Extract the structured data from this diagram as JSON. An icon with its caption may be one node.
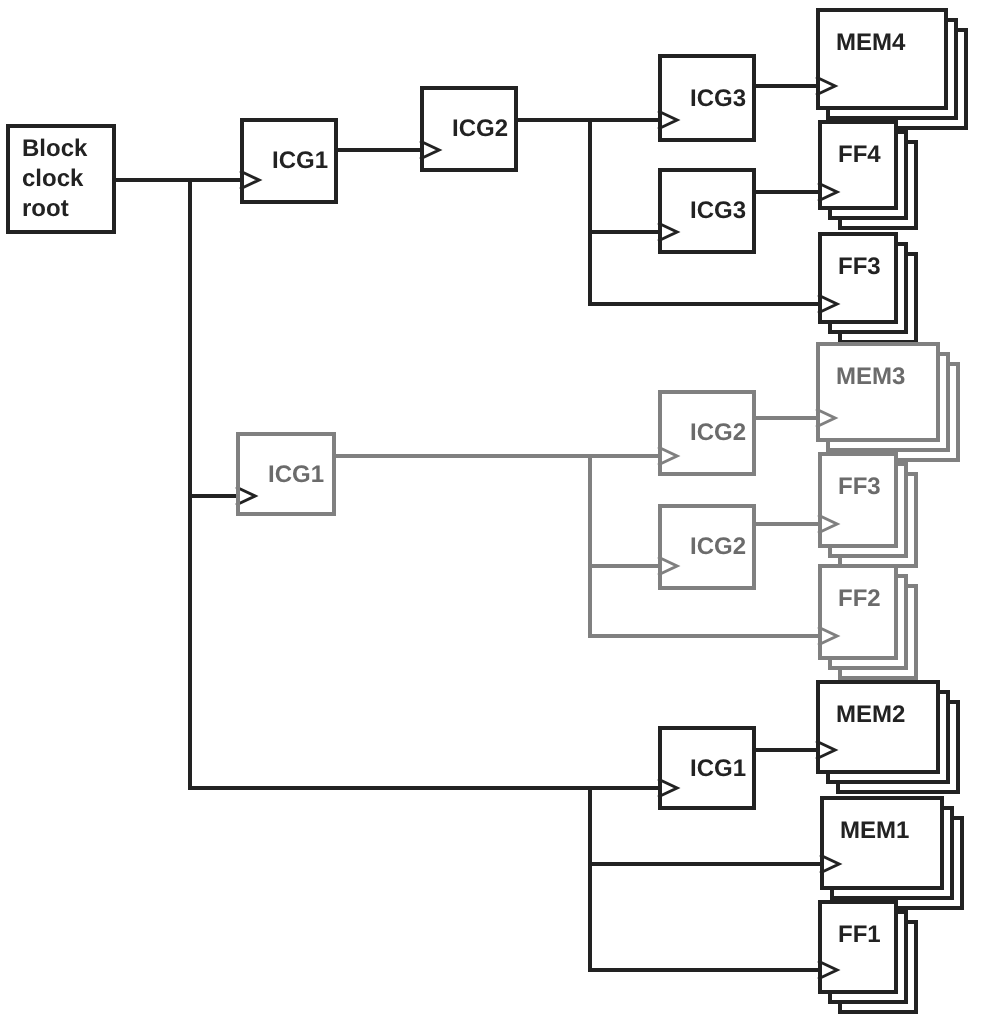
{
  "diagram": {
    "nodes": [
      {
        "text": [
          "Block clock root"
        ]
      },
      {
        "text": [
          "ICG1"
        ]
      },
      {
        "text": [
          "ICG2"
        ]
      },
      {
        "text": [
          "ICG3"
        ]
      },
      {
        "text": [
          "ICG3"
        ]
      },
      {
        "text": [
          "MEM4"
        ]
      },
      {
        "text": [
          "FF4"
        ]
      },
      {
        "text": [
          "FF3"
        ]
      },
      {
        "text": [
          "ICG1"
        ]
      },
      {
        "text": [
          "ICG2"
        ]
      },
      {
        "text": [
          "ICG2"
        ]
      },
      {
        "text": [
          "MEM3"
        ]
      },
      {
        "text": [
          "FF3"
        ]
      },
      {
        "text": [
          "FF2"
        ]
      },
      {
        "text": [
          "ICG1"
        ]
      },
      {
        "text": [
          "MEM2"
        ]
      },
      {
        "text": [
          "MEM1"
        ]
      },
      {
        "text": [
          "FF1"
        ]
      }
    ],
    "edges": [
      {
        "from": 0,
        "to": 1,
        "arrow": "to"
      },
      {
        "from": 0,
        "to": 8,
        "arrow": "to"
      },
      {
        "from": 0,
        "to": 14,
        "arrow": "to"
      },
      {
        "from": 0,
        "to": 16,
        "arrow": "to"
      },
      {
        "from": 0,
        "to": 17,
        "arrow": "to"
      },
      {
        "from": 1,
        "to": 2,
        "arrow": "to"
      },
      {
        "from": 2,
        "to": 3,
        "arrow": "to"
      },
      {
        "from": 2,
        "to": 4,
        "arrow": "to"
      },
      {
        "from": 2,
        "to": 7,
        "arrow": "to"
      },
      {
        "from": 3,
        "to": 5,
        "arrow": "to"
      },
      {
        "from": 4,
        "to": 6,
        "arrow": "to"
      },
      {
        "from": 8,
        "to": 9,
        "arrow": "to",
        "color": "#808080"
      },
      {
        "from": 8,
        "to": 10,
        "arrow": "to",
        "color": "#808080"
      },
      {
        "from": 8,
        "to": 13,
        "arrow": "to",
        "color": "#808080"
      },
      {
        "from": 9,
        "to": 11,
        "arrow": "to",
        "color": "#808080"
      },
      {
        "from": 10,
        "to": 12,
        "arrow": "to",
        "color": "#808080"
      },
      {
        "from": 14,
        "to": 15,
        "arrow": "to"
      }
    ]
  }
}
